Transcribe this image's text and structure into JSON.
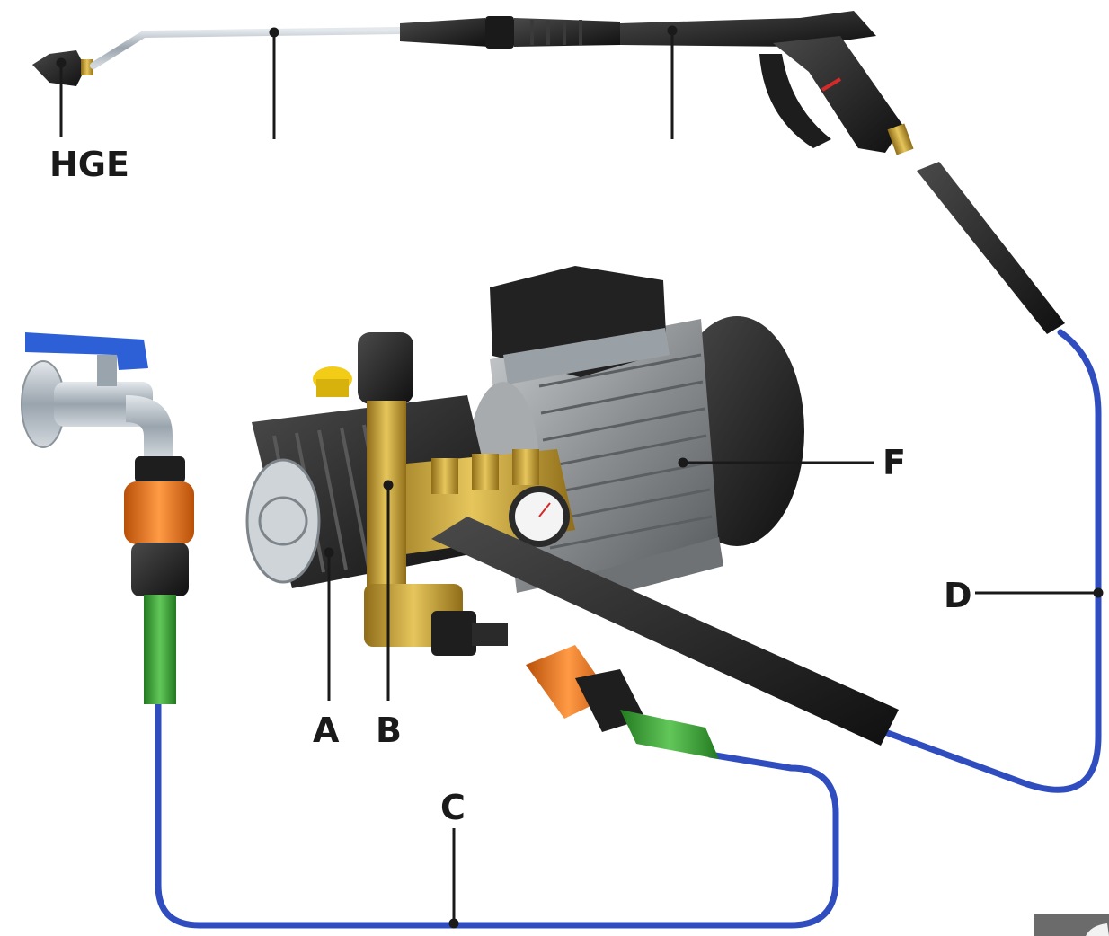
{
  "labels": {
    "hge": "HGE",
    "a": "A",
    "b": "B",
    "c": "C",
    "d": "D",
    "f": "F"
  },
  "colors": {
    "hose_blue": "#2f4dbf",
    "inlet_green": "#3fa63a",
    "coupling_orange": "#e8731f",
    "tap_handle_blue": "#2d5fd6",
    "body_black": "#1e1e1e",
    "motor_grey": "#8a8d90",
    "brass": "#c9a23a",
    "lance_steel": "#b9c3cc",
    "cap_yellow": "#f3cc17"
  }
}
